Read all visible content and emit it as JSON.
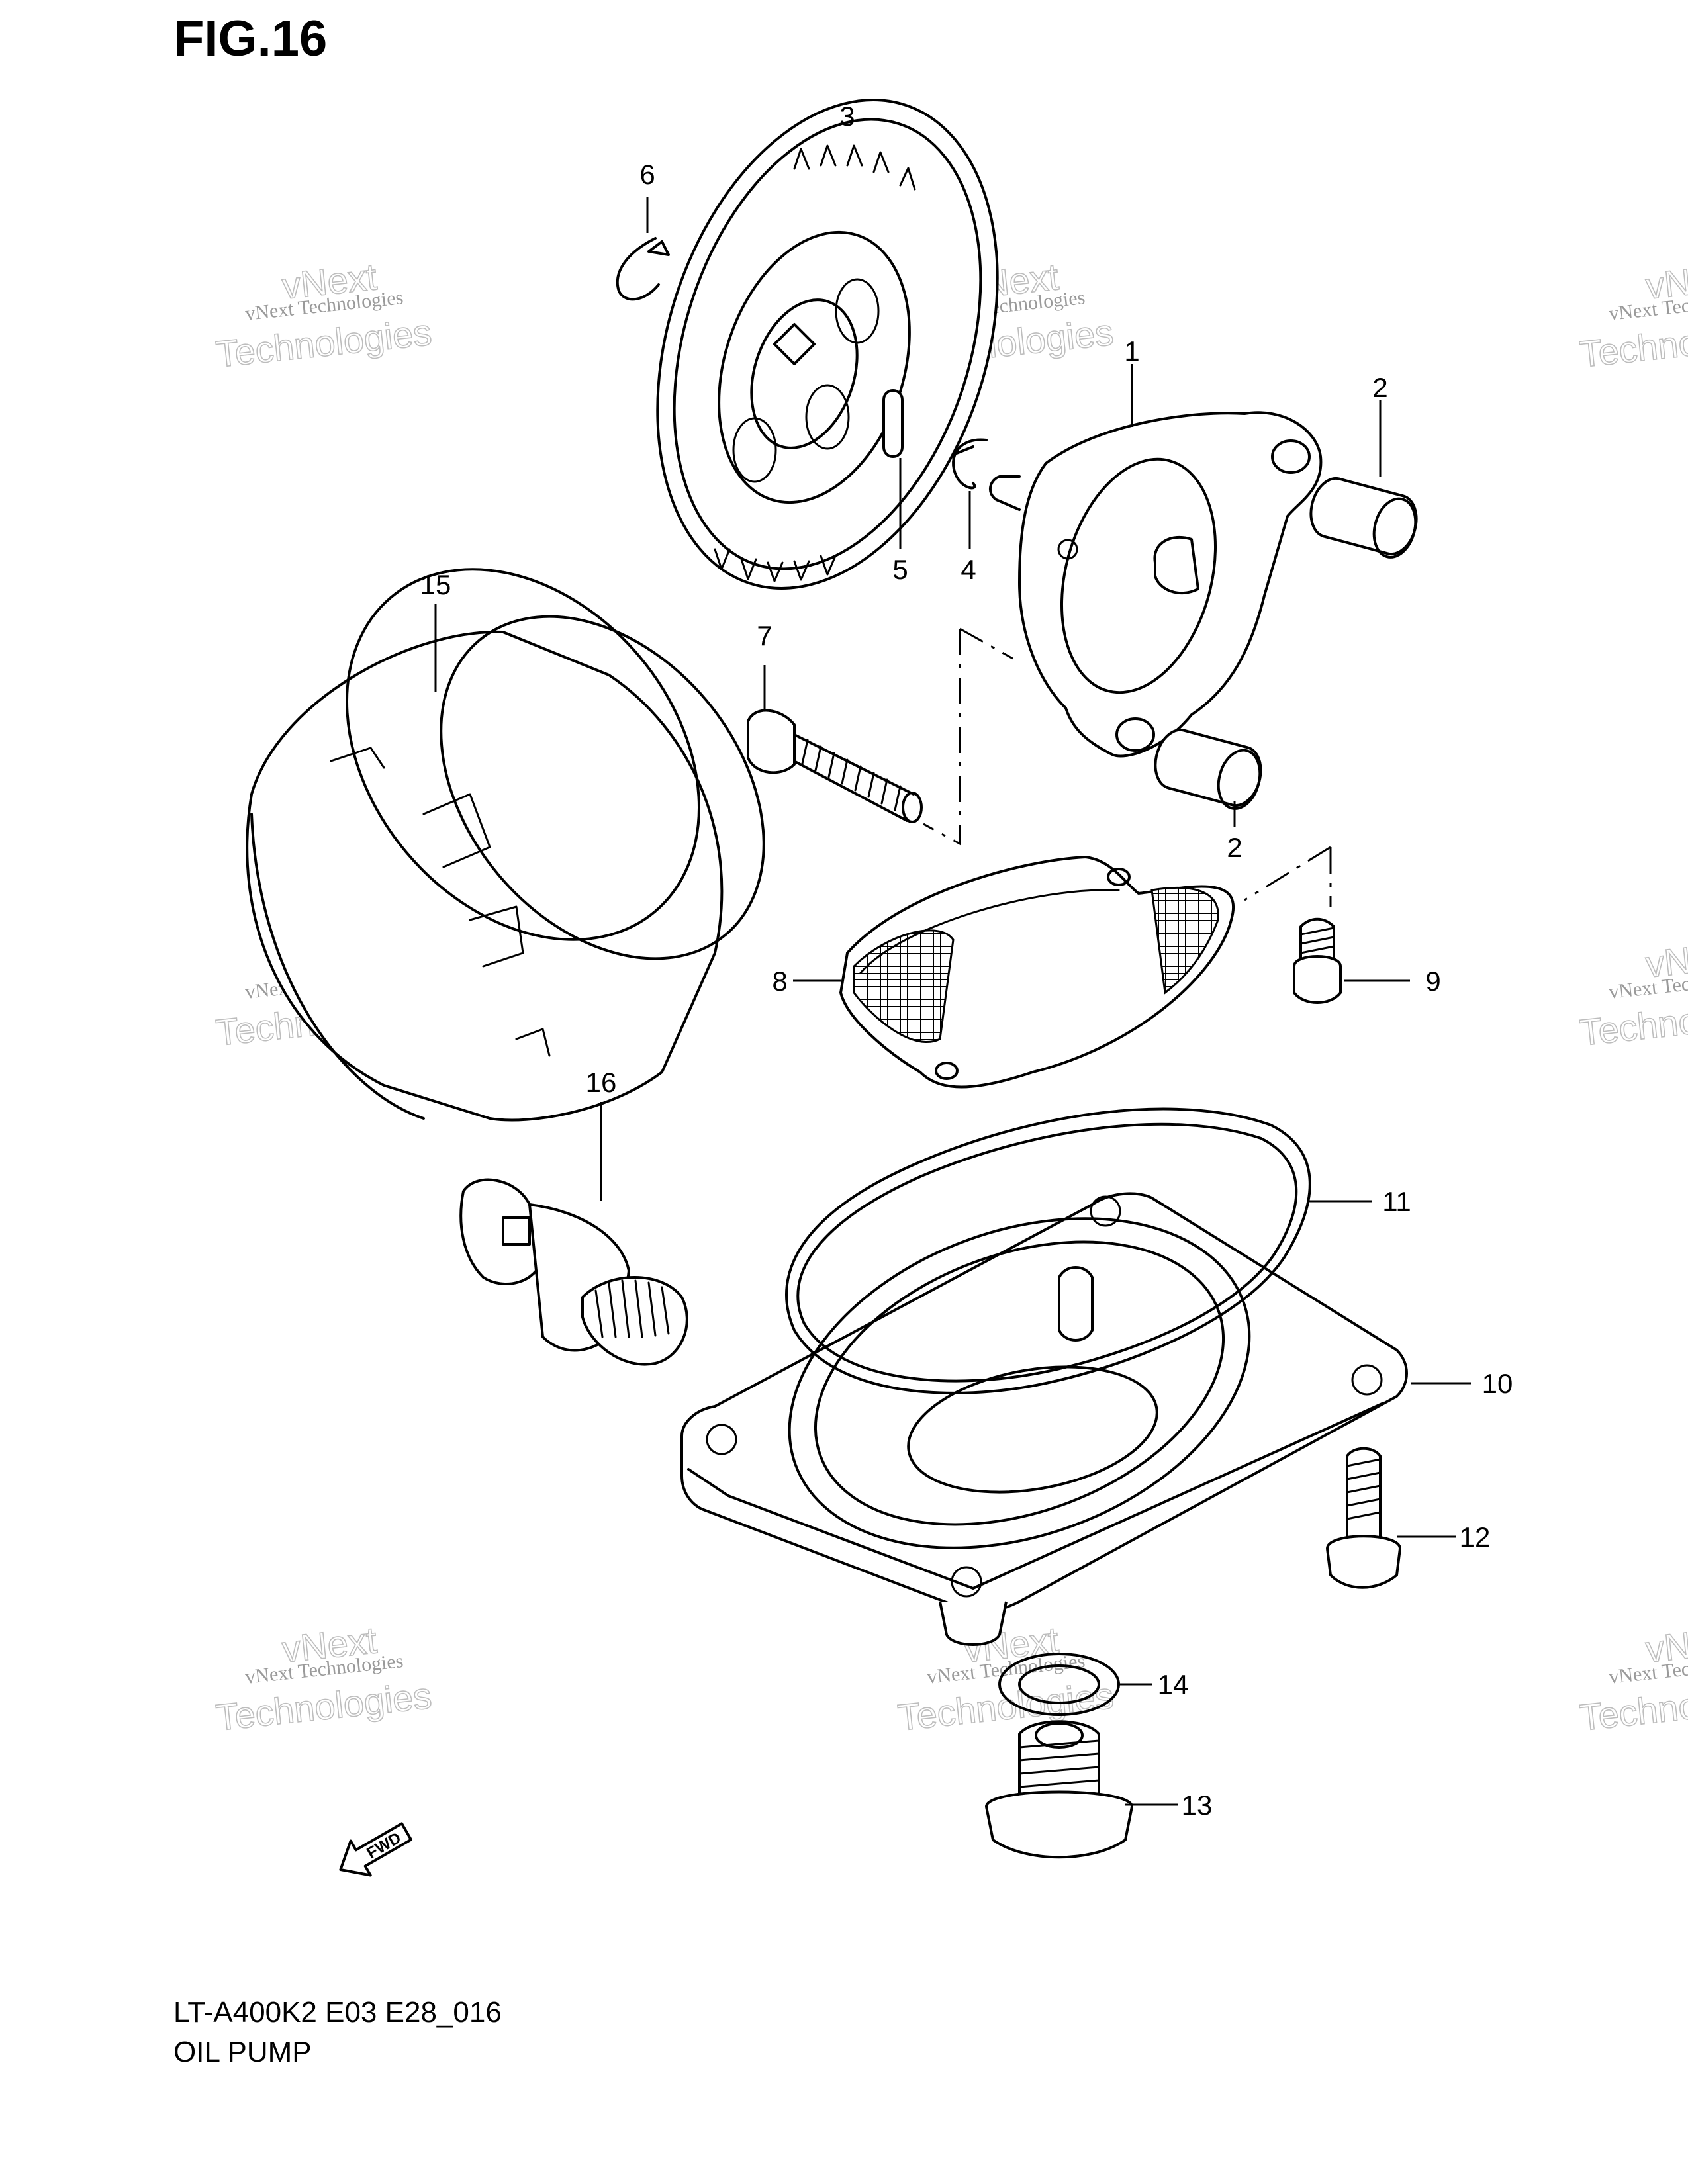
{
  "figure": {
    "title": "FIG.16",
    "model_code": "LT-A400K2 E03 E28_016",
    "caption": "OIL PUMP",
    "fwd_label": "FWD"
  },
  "watermark": {
    "line1": "vNext Technologies",
    "line2": "vNext",
    "line3": "Technologies"
  },
  "callouts": [
    {
      "id": "1",
      "label": "1"
    },
    {
      "id": "2a",
      "label": "2"
    },
    {
      "id": "2b",
      "label": "2"
    },
    {
      "id": "3",
      "label": "3"
    },
    {
      "id": "4",
      "label": "4"
    },
    {
      "id": "5",
      "label": "5"
    },
    {
      "id": "6",
      "label": "6"
    },
    {
      "id": "7",
      "label": "7"
    },
    {
      "id": "8",
      "label": "8"
    },
    {
      "id": "9",
      "label": "9"
    },
    {
      "id": "10",
      "label": "10"
    },
    {
      "id": "11",
      "label": "11"
    },
    {
      "id": "12",
      "label": "12"
    },
    {
      "id": "13",
      "label": "13"
    },
    {
      "id": "14",
      "label": "14"
    },
    {
      "id": "15",
      "label": "15"
    },
    {
      "id": "16",
      "label": "16"
    }
  ]
}
